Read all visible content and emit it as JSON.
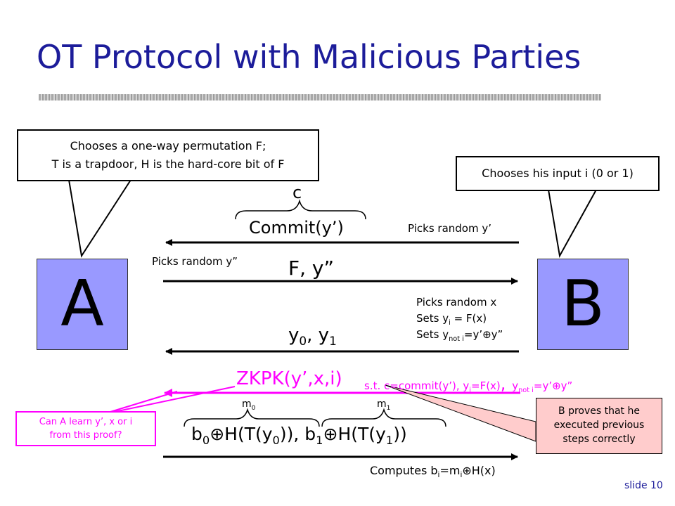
{
  "title": "OT Protocol with Malicious Parties",
  "parties": {
    "a": "A",
    "b": "B"
  },
  "callout_a": {
    "line1": "Chooses a one-way permutation F;",
    "line2": "T is a trapdoor, H is the hard-core bit of F"
  },
  "callout_b": "Chooses his input i (0 or 1)",
  "messages": {
    "c_label": "c",
    "commit": "Commit(y’)",
    "picks_y_prime": "Picks random y’",
    "picks_y_dprime": "Picks random y”",
    "f_y": "F, y”",
    "picks_x": "Picks random x",
    "sets_yi": {
      "a": "Sets y",
      "sub": "i",
      "b": " = F(x)"
    },
    "sets_ynoti": {
      "a": "Sets y",
      "sub": "not i",
      "b": "=y’",
      "op": "⊕",
      "c": "y”"
    },
    "y0y1": {
      "y": "y",
      "s0": "0",
      "mid": ", y",
      "s1": "1"
    },
    "zkpk": "ZKPK(y’,x,i)",
    "st": {
      "p1": "s.t.  c=commit(y’),  y",
      "s1": "i",
      "p2": "=F(x)",
      "comma": ",",
      "p3": "y",
      "s2": "not i",
      "p4": "=y’",
      "op": "⊕",
      "p5": "y”"
    },
    "m0": {
      "m": "m",
      "s": "0"
    },
    "m1": {
      "m": "m",
      "s": "1"
    },
    "final": {
      "b": "b",
      "s0": "0",
      "op": "⊕",
      "h0": "H(T(y",
      "hs0": "0",
      "close0": ")), b",
      "s1": "1",
      "h1": "H(T(y",
      "hs1": "1",
      "close1": "))"
    },
    "computes": {
      "a": "Computes b",
      "s1": "i",
      "b": "=m",
      "s2": "i",
      "op": "⊕",
      "c": "H(x)"
    }
  },
  "pink_note": {
    "line1": "Can A learn y’, x or i",
    "line2": "from this proof?"
  },
  "salmon_note": {
    "line1": "B proves that he",
    "line2": "executed previous",
    "line3": "steps correctly"
  },
  "slide_number": "slide 10",
  "colors": {
    "title": "#1c1c9a",
    "party_fill": "#9999ff",
    "magenta": "#ff00ff",
    "salmon": "#ffcccc"
  }
}
